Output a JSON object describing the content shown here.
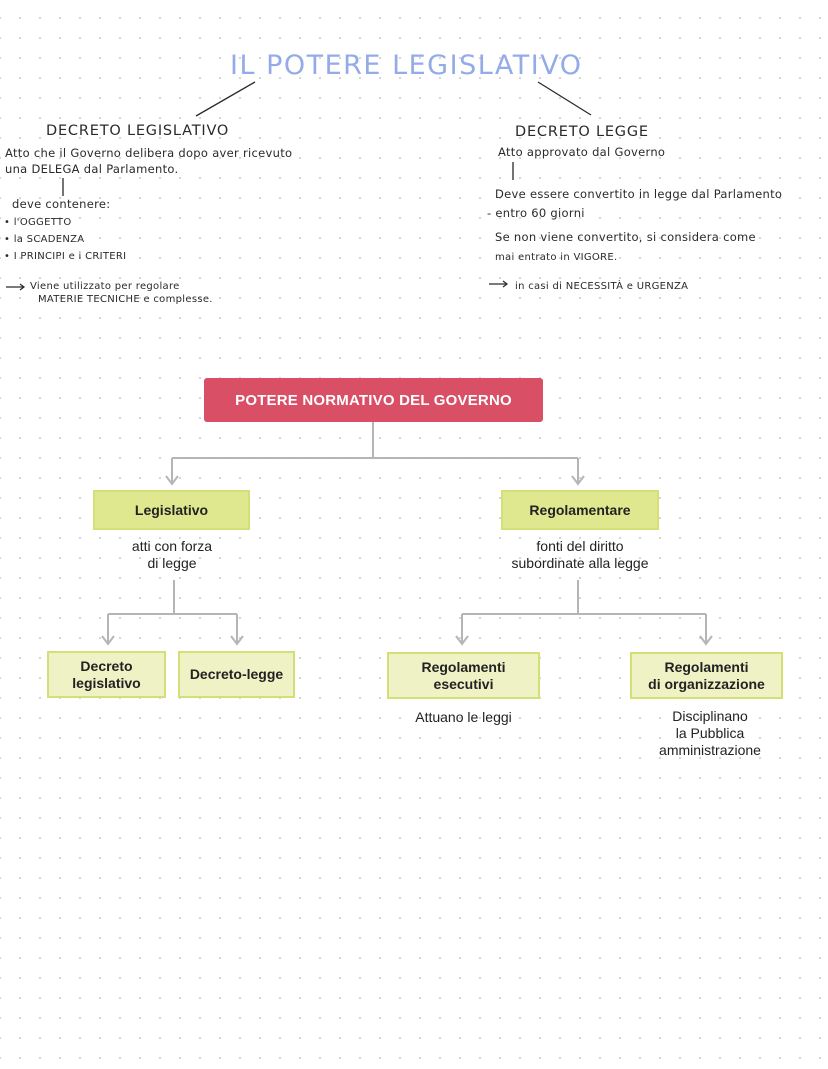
{
  "title": "IL POTERE LEGISLATIVO",
  "left_notes": {
    "heading": "DECRETO LEGISLATIVO",
    "line1": "Atto che il Governo delibera dopo aver ricevuto",
    "line2": "una DELEGA dal Parlamento.",
    "contains": "deve contenere:",
    "bullets": [
      "l'OGGETTO",
      "la SCADENZA",
      "I PRINCIPI e i CRITERI"
    ],
    "use1": "Viene utilizzato per regolare",
    "use2": "MATERIE TECNICHE e complesse."
  },
  "right_notes": {
    "heading": "DECRETO LEGGE",
    "line1": "Atto approvato dal Governo",
    "conv1": "Deve essere convertito in legge dal Parlamento",
    "conv2": "- entro 60 giorni",
    "not1": "Se non viene convertito, si considera come",
    "not2": "mai entrato in VIGORE.",
    "cases": "in casi di NECESSITÀ e URGENZA"
  },
  "diagram": {
    "root": "POTERE NORMATIVO DEL GOVERNO",
    "legislativo": {
      "label": "Legislativo",
      "desc1": "atti con forza",
      "desc2": "di legge",
      "children": [
        "Decreto legislativo",
        "Decreto-legge"
      ]
    },
    "regolamentare": {
      "label": "Regolamentare",
      "desc1": "fonti del diritto",
      "desc2": "subordinate alla legge",
      "children": [
        {
          "label1": "Regolamenti",
          "label2": "esecutivi",
          "desc": [
            "Attuano le leggi"
          ]
        },
        {
          "label1": "Regolamenti",
          "label2": "di organizzazione",
          "desc": [
            "Disciplinano",
            "la Pubblica",
            "amministrazione"
          ]
        }
      ]
    }
  },
  "colors": {
    "title": "#93abe6",
    "root": "#d94f66",
    "level1": "#dfe88e",
    "level2": "#eef2c4",
    "connector": "#b5b5b5"
  }
}
